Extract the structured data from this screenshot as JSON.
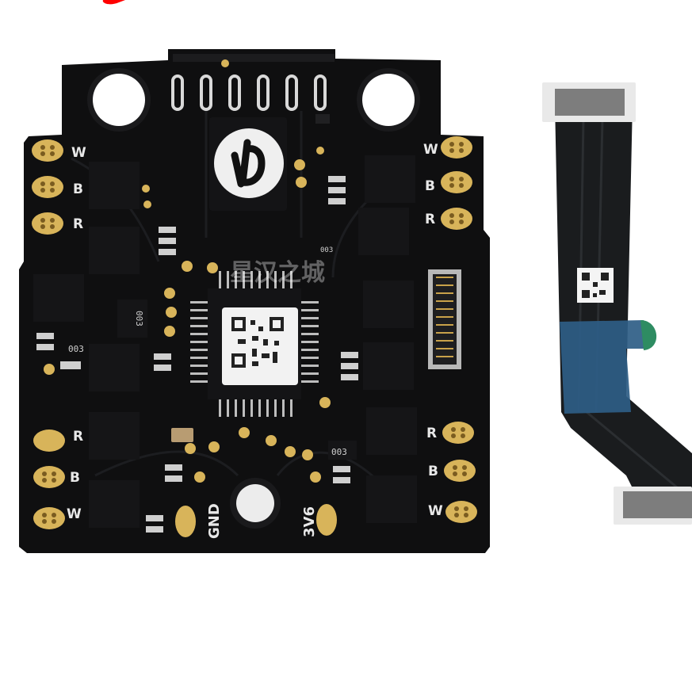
{
  "scene": {
    "board": {
      "motor_labels_left": [
        "W",
        "B",
        "R",
        "R",
        "B",
        "W"
      ],
      "motor_labels_right": [
        "W",
        "B",
        "R",
        "R",
        "B",
        "W"
      ],
      "pad_labels": {
        "gnd": "GND",
        "v36": "3V6"
      },
      "chip_markings": [
        "003",
        "003",
        "003",
        "003"
      ]
    },
    "watermark": "星汉之城",
    "colors": {
      "background": "#ffffff",
      "pcb": "#0f0f10",
      "gold": "#d8b45a",
      "silkscreen": "#e8e8e8",
      "flex_cable": "#1a1c1e",
      "flex_tape": "#2e5d86",
      "accent_mark": "#ff0000"
    }
  }
}
